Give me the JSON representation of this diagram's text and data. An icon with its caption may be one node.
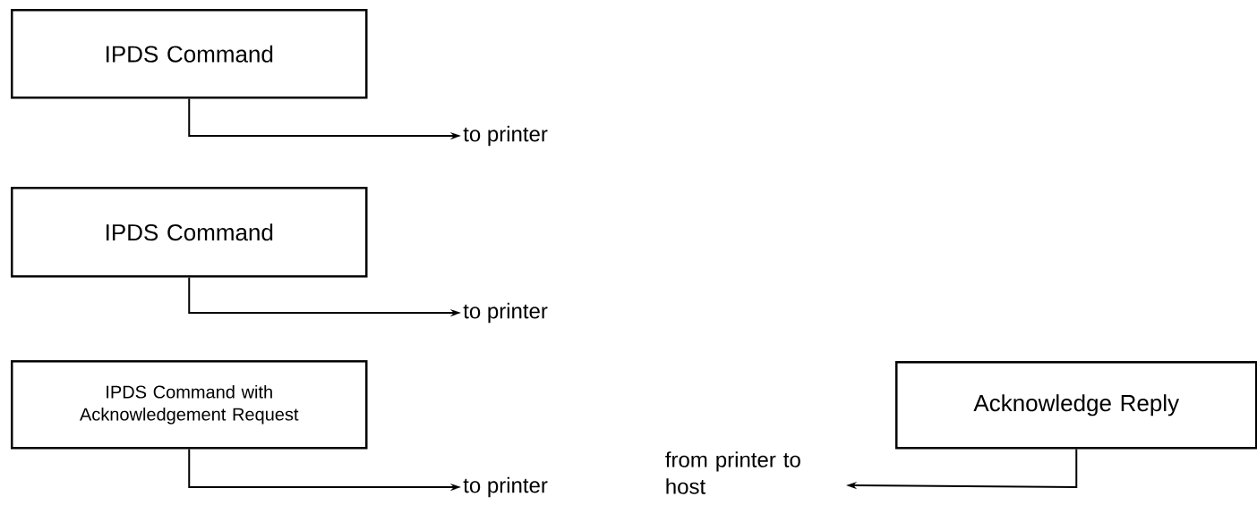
{
  "diagram": {
    "nodes": [
      {
        "text": [
          "IPDS Command"
        ]
      },
      {
        "text": [
          "to printer"
        ]
      },
      {
        "text": [
          "IPDS Command"
        ]
      },
      {
        "text": [
          "to printer"
        ]
      },
      {
        "text": [
          "IPDS Command with Acknowledgement Request"
        ]
      },
      {
        "text": [
          "to printer"
        ]
      },
      {
        "text": [
          "Acknowledge Reply"
        ]
      },
      {
        "text": [
          "from printer to host"
        ]
      }
    ],
    "edges": [
      {
        "from": 0,
        "to": 1,
        "arrow": "to"
      },
      {
        "from": 2,
        "to": 3,
        "arrow": "to"
      },
      {
        "from": 4,
        "to": 5,
        "arrow": "to"
      },
      {
        "from": 6,
        "to": 7,
        "arrow": "to"
      }
    ]
  }
}
